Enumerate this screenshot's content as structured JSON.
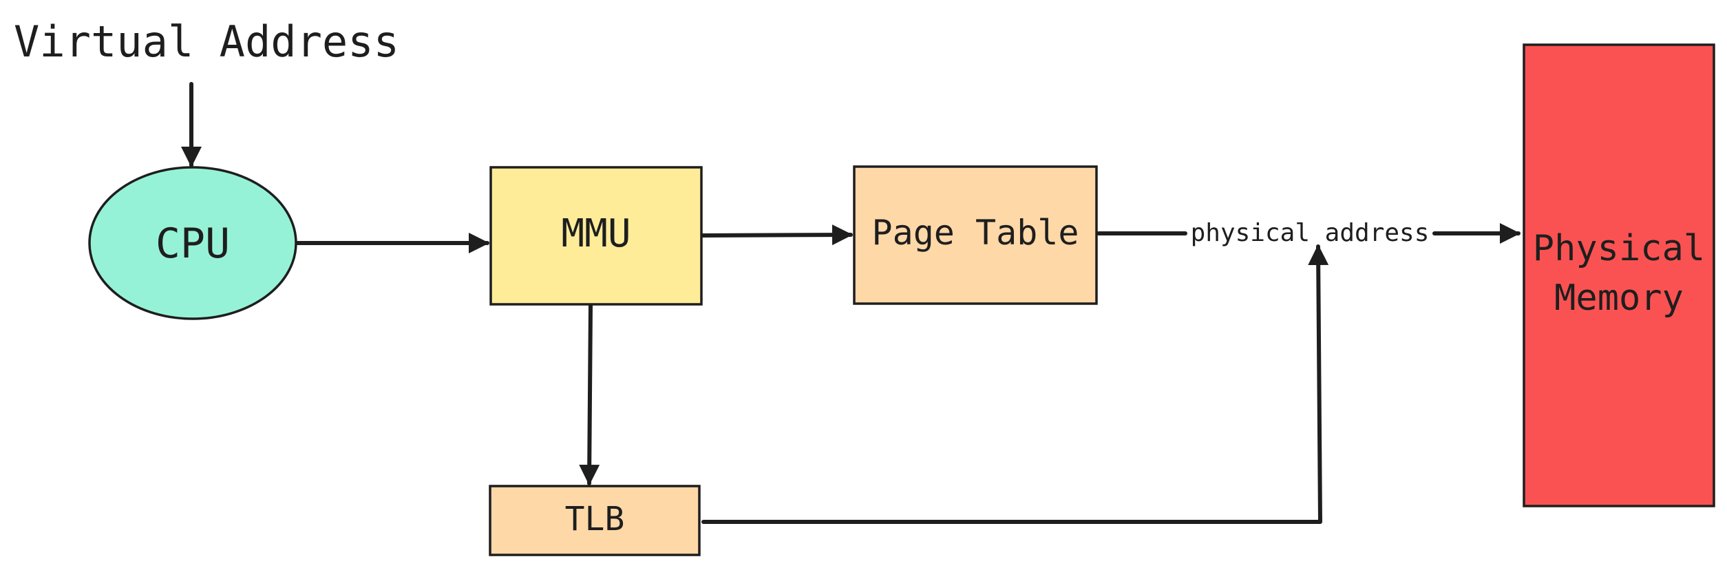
{
  "title": "Virtual Address",
  "nodes": {
    "cpu": {
      "label": "CPU",
      "color": "#96f2d7"
    },
    "mmu": {
      "label": "MMU",
      "color": "#ffec99"
    },
    "page_table": {
      "label": "Page Table",
      "color": "#ffd8a8"
    },
    "tlb": {
      "label": "TLB",
      "color": "#ffd8a8"
    },
    "physical_memory": {
      "label_line1": "Physical",
      "label_line2": "Memory",
      "color": "#fa5252"
    }
  },
  "edges": {
    "physical_address_label": "physical address"
  },
  "colors": {
    "stroke": "#1e1e1e",
    "background": "#ffffff"
  }
}
